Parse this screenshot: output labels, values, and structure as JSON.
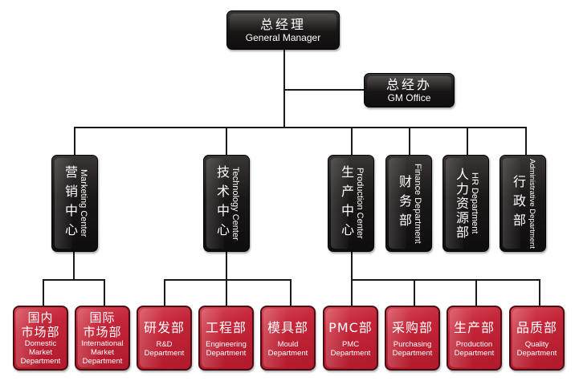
{
  "general_manager": {
    "cn": "总经理",
    "en": "General Manager"
  },
  "gm_office": {
    "cn": "总经办",
    "en": "GM Office"
  },
  "centers": [
    {
      "cn": "营销中心",
      "en": "Marketing Center"
    },
    {
      "cn": "技术中心",
      "en": "Technology Center"
    },
    {
      "cn": "生产中心",
      "en": "Production Center"
    },
    {
      "cn": "财务部",
      "en": "Finance Department"
    },
    {
      "cn": "人力资源部",
      "en": "HR Department"
    },
    {
      "cn": "行政部",
      "en": "Administrative Department"
    }
  ],
  "departments": [
    {
      "cn1": "国内",
      "cn2": "市场部",
      "en1": "Domestic",
      "en2": "Market",
      "en3": "Department"
    },
    {
      "cn1": "国际",
      "cn2": "市场部",
      "en1": "International",
      "en2": "Market",
      "en3": "Department"
    },
    {
      "cn": "研发部",
      "en1": "R&D",
      "en2": "Department"
    },
    {
      "cn": "工程部",
      "en1": "Engineering",
      "en2": "Department"
    },
    {
      "cn": "模具部",
      "en1": "Mould",
      "en2": "Department"
    },
    {
      "cn": "PMC部",
      "en1": "PMC",
      "en2": "Department"
    },
    {
      "cn": "采购部",
      "en1": "Purchasing",
      "en2": "Department"
    },
    {
      "cn": "生产部",
      "en1": "Production",
      "en2": "Department"
    },
    {
      "cn": "品质部",
      "en1": "Quality",
      "en2": "Department"
    }
  ],
  "colors": {
    "top_box": "#1a1717",
    "dept_box": "#c42538",
    "line": "#1a1a1a"
  }
}
